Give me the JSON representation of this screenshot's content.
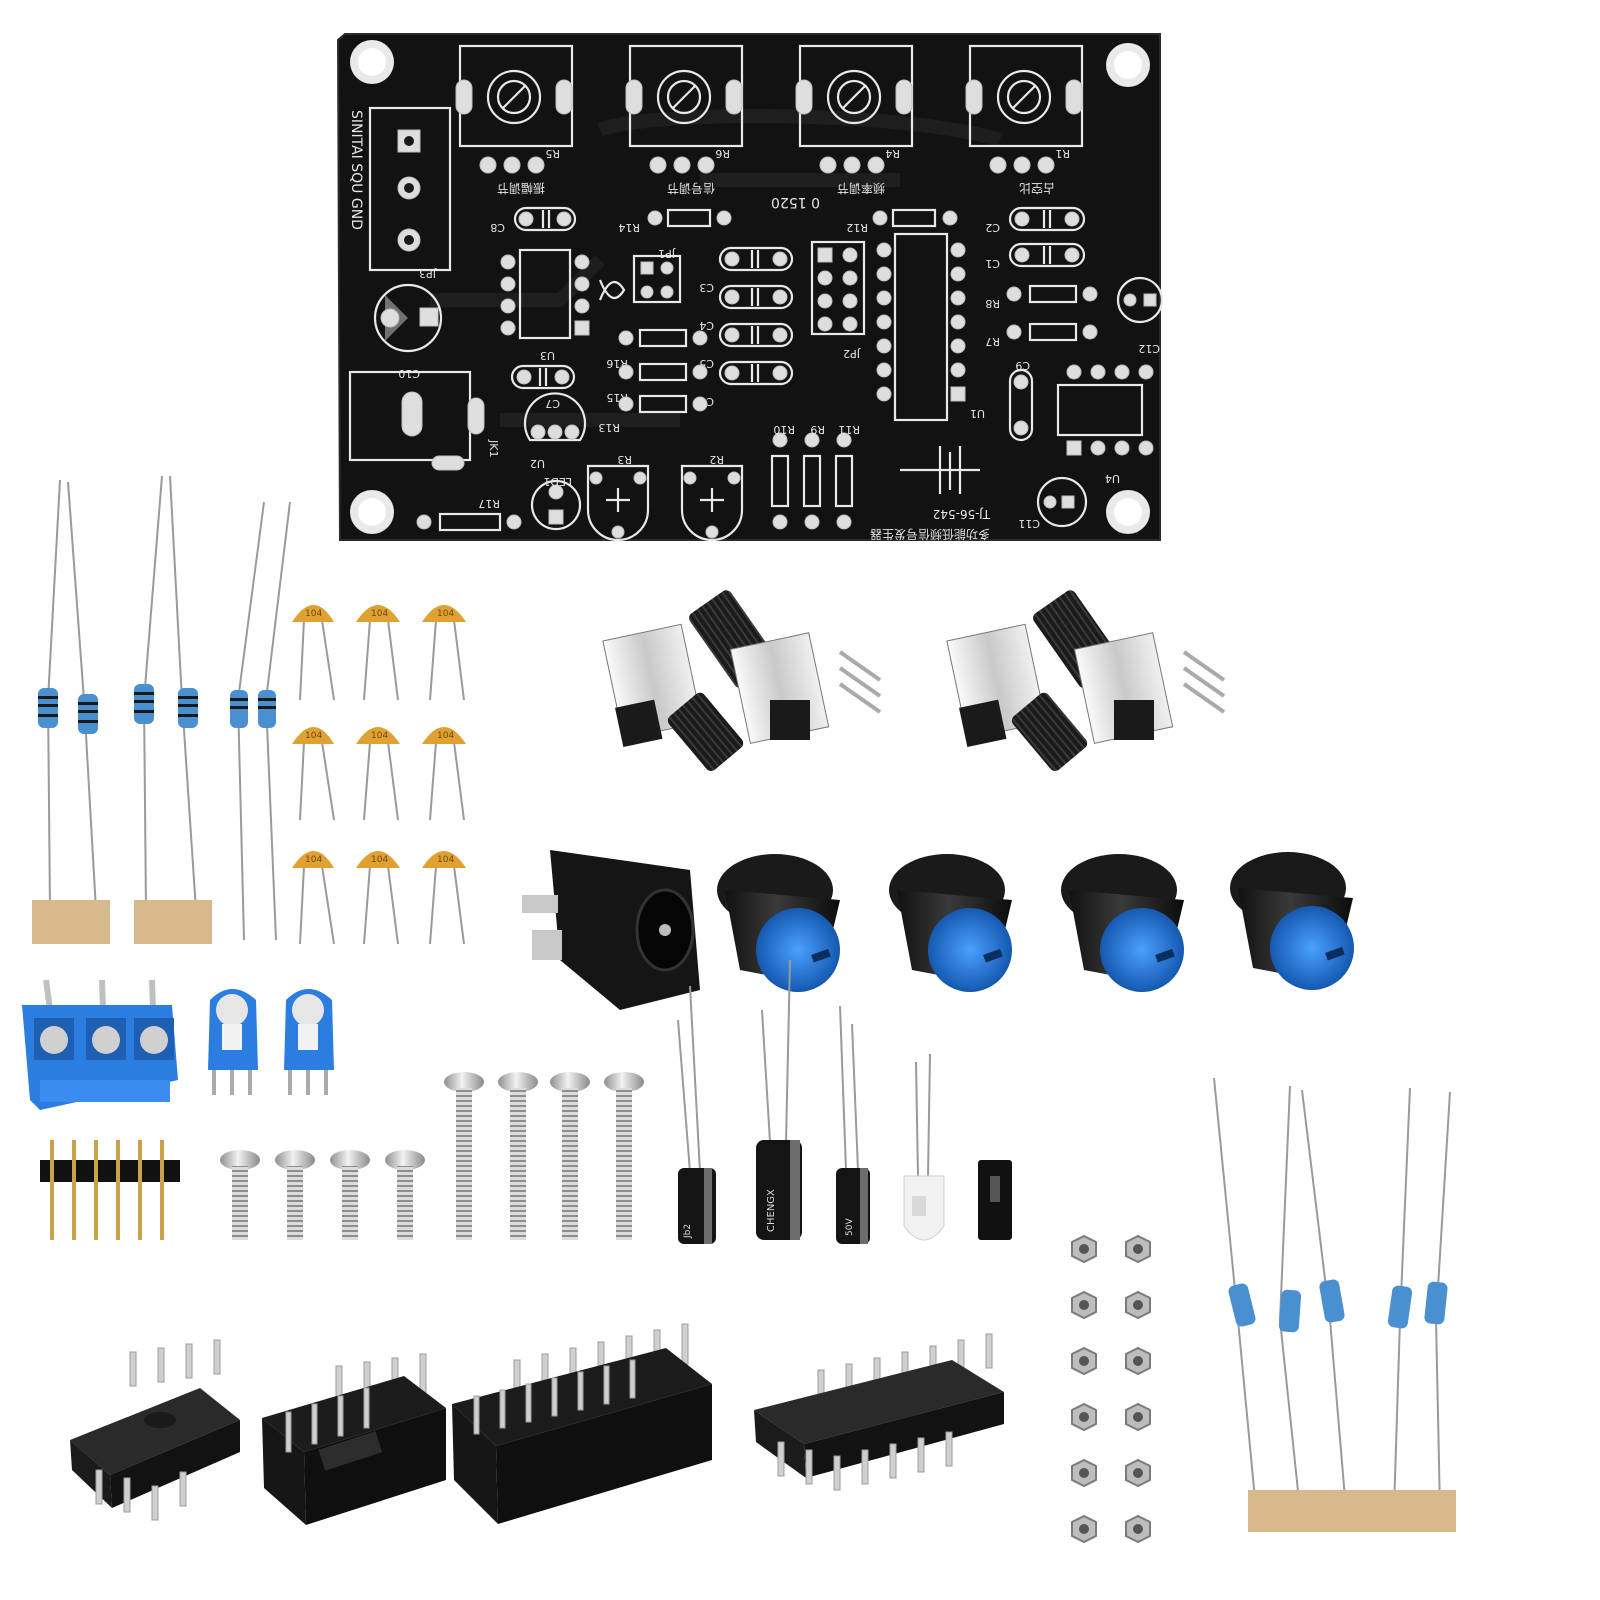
{
  "pcb": {
    "header_label": "SINITAI SQU GND",
    "board_code": "0 1520",
    "model_label": "TJ-56-542",
    "title_label": "多功能低频信号发生器",
    "knob_labels": [
      "振幅调节",
      "信号调节",
      "频率调节",
      "占空比"
    ],
    "ref": {
      "r5": "R5",
      "r6": "R6",
      "r4": "R4",
      "r1": "R1",
      "c8": "C8",
      "r14": "R14",
      "r12": "R12",
      "c2": "C2",
      "c1": "C1",
      "jp1": "JP1",
      "jp2": "JP2",
      "jp3": "JP3",
      "c3": "C3",
      "c4": "C4",
      "c5": "C5",
      "c6": "C6",
      "c9": "C9",
      "r8": "R8",
      "r7": "R7",
      "c12": "C12",
      "c10": "C10",
      "u3": "U3",
      "u1": "U1",
      "u4": "U4",
      "u2": "U2",
      "c7": "C7",
      "r16": "R16",
      "r15": "R15",
      "r13": "R13",
      "r10": "R10",
      "r9": "R9",
      "r11": "R11",
      "r3": "R3",
      "r2": "R2",
      "jk1": "JK1",
      "r17": "R17",
      "led1": "LED1",
      "c11": "C11"
    }
  },
  "components": {
    "ceramic_cap_marking": "104",
    "capacitor_brand": "Jb2",
    "capacitor_brand_2": "CHENGX",
    "capacitor_voltage": "50V"
  },
  "colors": {
    "pcb": "#121212",
    "silkscreen": "#e9e9e9",
    "resistor_body": "#4a8fd0",
    "ceramic_cap": "#e0a132",
    "knob_cap": "#1f72c8",
    "terminal_block": "#2b7de0",
    "paper_tape": "#d7b98d"
  }
}
